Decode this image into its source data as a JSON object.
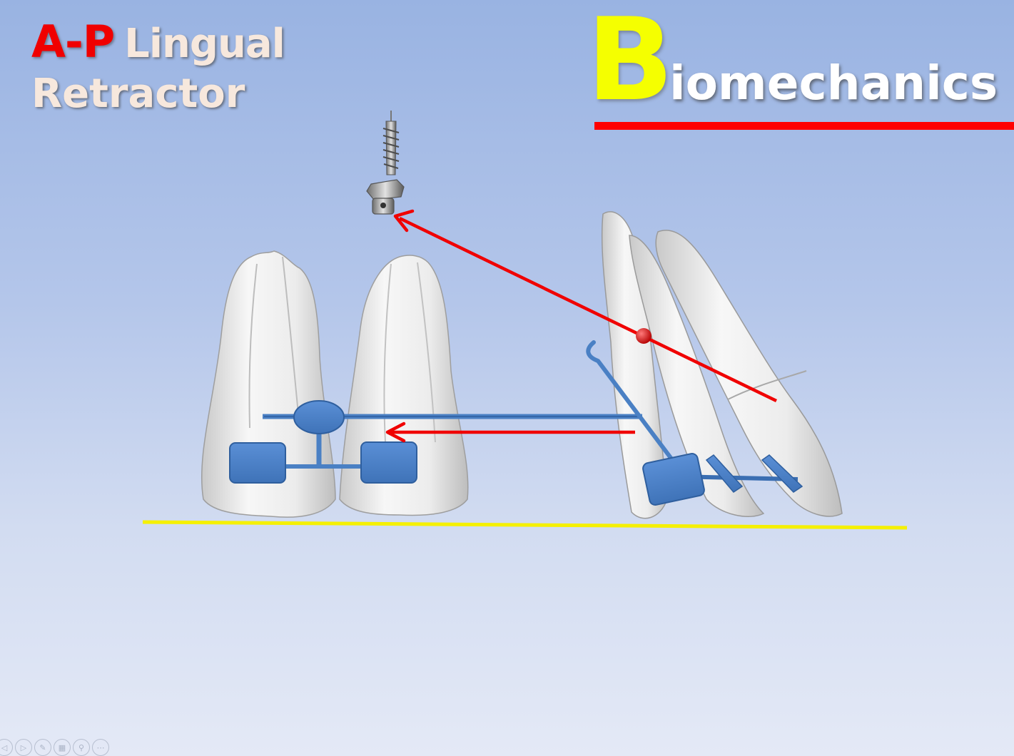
{
  "title": {
    "ap": "A-P",
    "lingual": "Lingual",
    "retractor": "Retractor"
  },
  "heading": {
    "initial": "B",
    "rest": "iomechanics"
  },
  "colors": {
    "force_arrow": "#f00000",
    "appliance": "#4a80c4",
    "occlusal_plane": "#f5f000",
    "heading_initial": "#f5ff00"
  },
  "nav_icons": [
    "previous-icon",
    "next-icon",
    "pen-icon",
    "slides-icon",
    "zoom-icon",
    "more-icon"
  ]
}
